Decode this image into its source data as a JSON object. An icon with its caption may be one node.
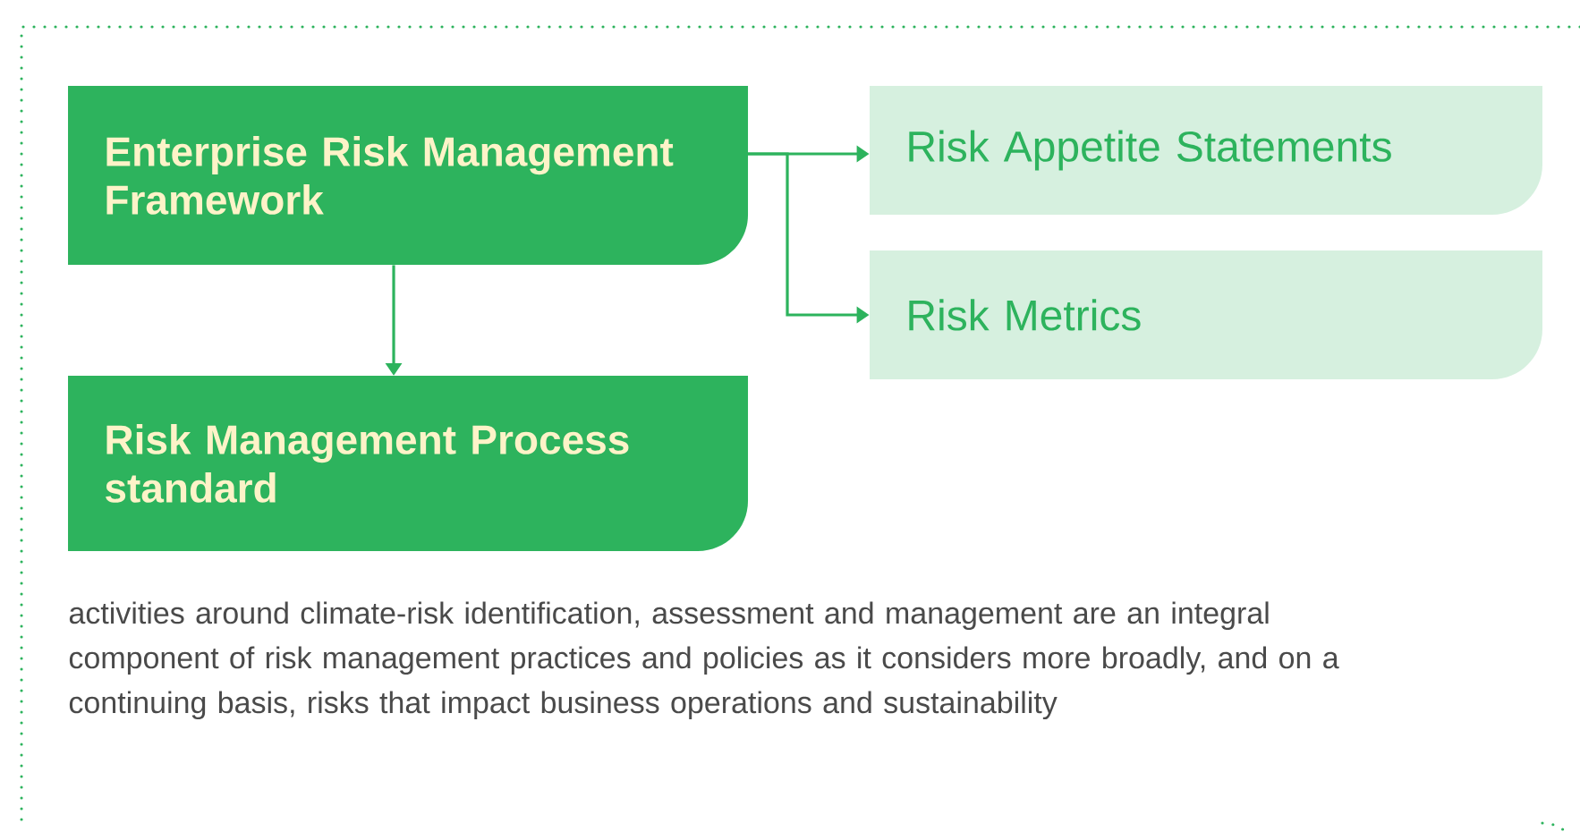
{
  "diagram": {
    "nodes": [
      {
        "text": [
          "Enterprise Risk Management Framework"
        ]
      },
      {
        "text": [
          "Risk Appetite Statements"
        ]
      },
      {
        "text": [
          "Risk Metrics"
        ]
      },
      {
        "text": [
          "Risk Management Process standard"
        ]
      }
    ],
    "edges": [
      {
        "from": 0,
        "to": 1,
        "arrow": "to"
      },
      {
        "from": 0,
        "to": 2,
        "arrow": "to"
      },
      {
        "from": 0,
        "to": 3,
        "arrow": "to"
      }
    ],
    "labels": [
      "activities around climate-risk identification, assessment and management are an integral component of risk management practices and policies as it considers more broadly, and on a continuing basis, risks that impact business operations and sustainability"
    ]
  }
}
